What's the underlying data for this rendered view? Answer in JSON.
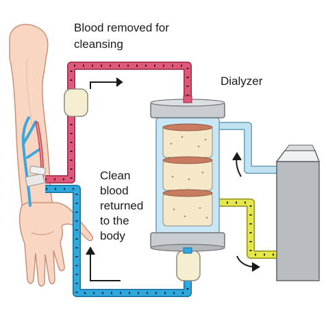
{
  "labels": {
    "removed_line1": "Blood removed for",
    "removed_line2": "cleansing",
    "dialyzer": "Dialyzer",
    "clean_line1": "Clean",
    "clean_line2": "blood",
    "clean_line3": "returned",
    "clean_line4": "to the",
    "clean_line5": "body"
  },
  "colors": {
    "arterial_tube": "#e0587a",
    "venous_tube": "#2fa8de",
    "dialysate_in": "#bfe3f3",
    "dialysate_out": "#e6e84a",
    "skin": "#f8d6c2",
    "skin_outline": "#c98f78",
    "vein": "#3aa7dd",
    "cartridge": "#c8e6f4",
    "cap": "#c9cdd2",
    "fiber_bundle": "#f4e8c9",
    "machine": "#b9bcc0"
  },
  "icons": {
    "flow_arrow_top": "arrow-right-icon",
    "flow_arrow_bottom": "arrow-up-icon",
    "dialysate_arrow_in": "curved-arrow-up-icon",
    "dialysate_arrow_out": "curved-arrow-right-icon"
  }
}
